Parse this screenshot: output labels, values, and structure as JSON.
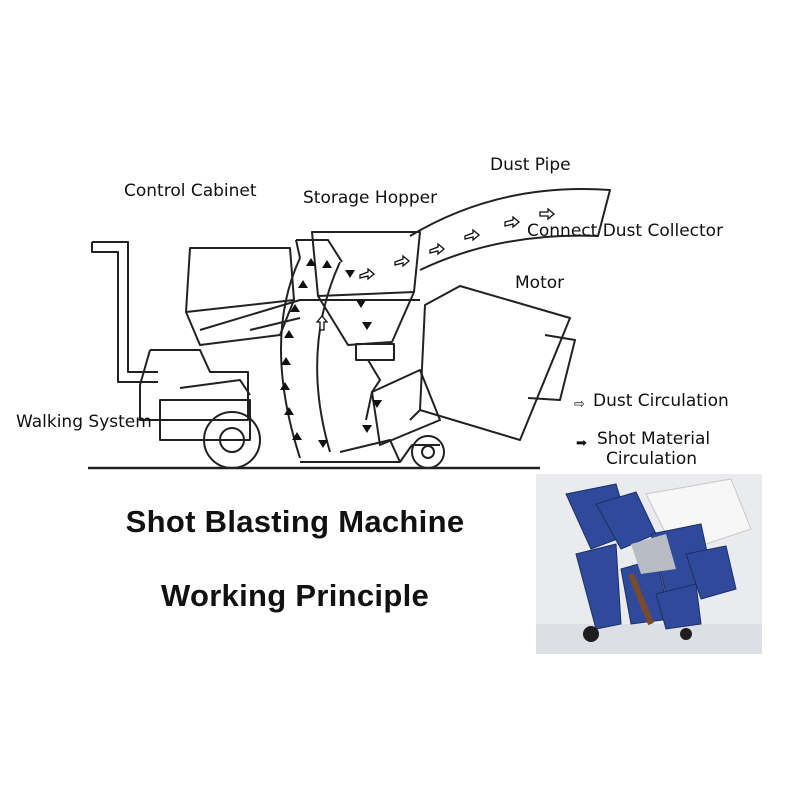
{
  "labels": {
    "dust_pipe": "Dust Pipe",
    "control_cabinet": "Control Cabinet",
    "storage_hopper": "Storage Hopper",
    "connect_dust_collector": "Connect Dust Collector",
    "motor": "Motor",
    "walking_system": "Walking System"
  },
  "legend": {
    "dust_circulation": "Dust Circulation",
    "shot_material_line1": "Shot Material",
    "shot_material_line2": "Circulation",
    "dust_icon": "hollow-arrow-icon",
    "shot_icon": "solid-arrow-icon"
  },
  "title": {
    "line1": "Shot Blasting Machine",
    "line2": "Working Principle"
  },
  "photo": {
    "machine_color": "#2f4a9a",
    "background_color": "#e9ebee"
  }
}
